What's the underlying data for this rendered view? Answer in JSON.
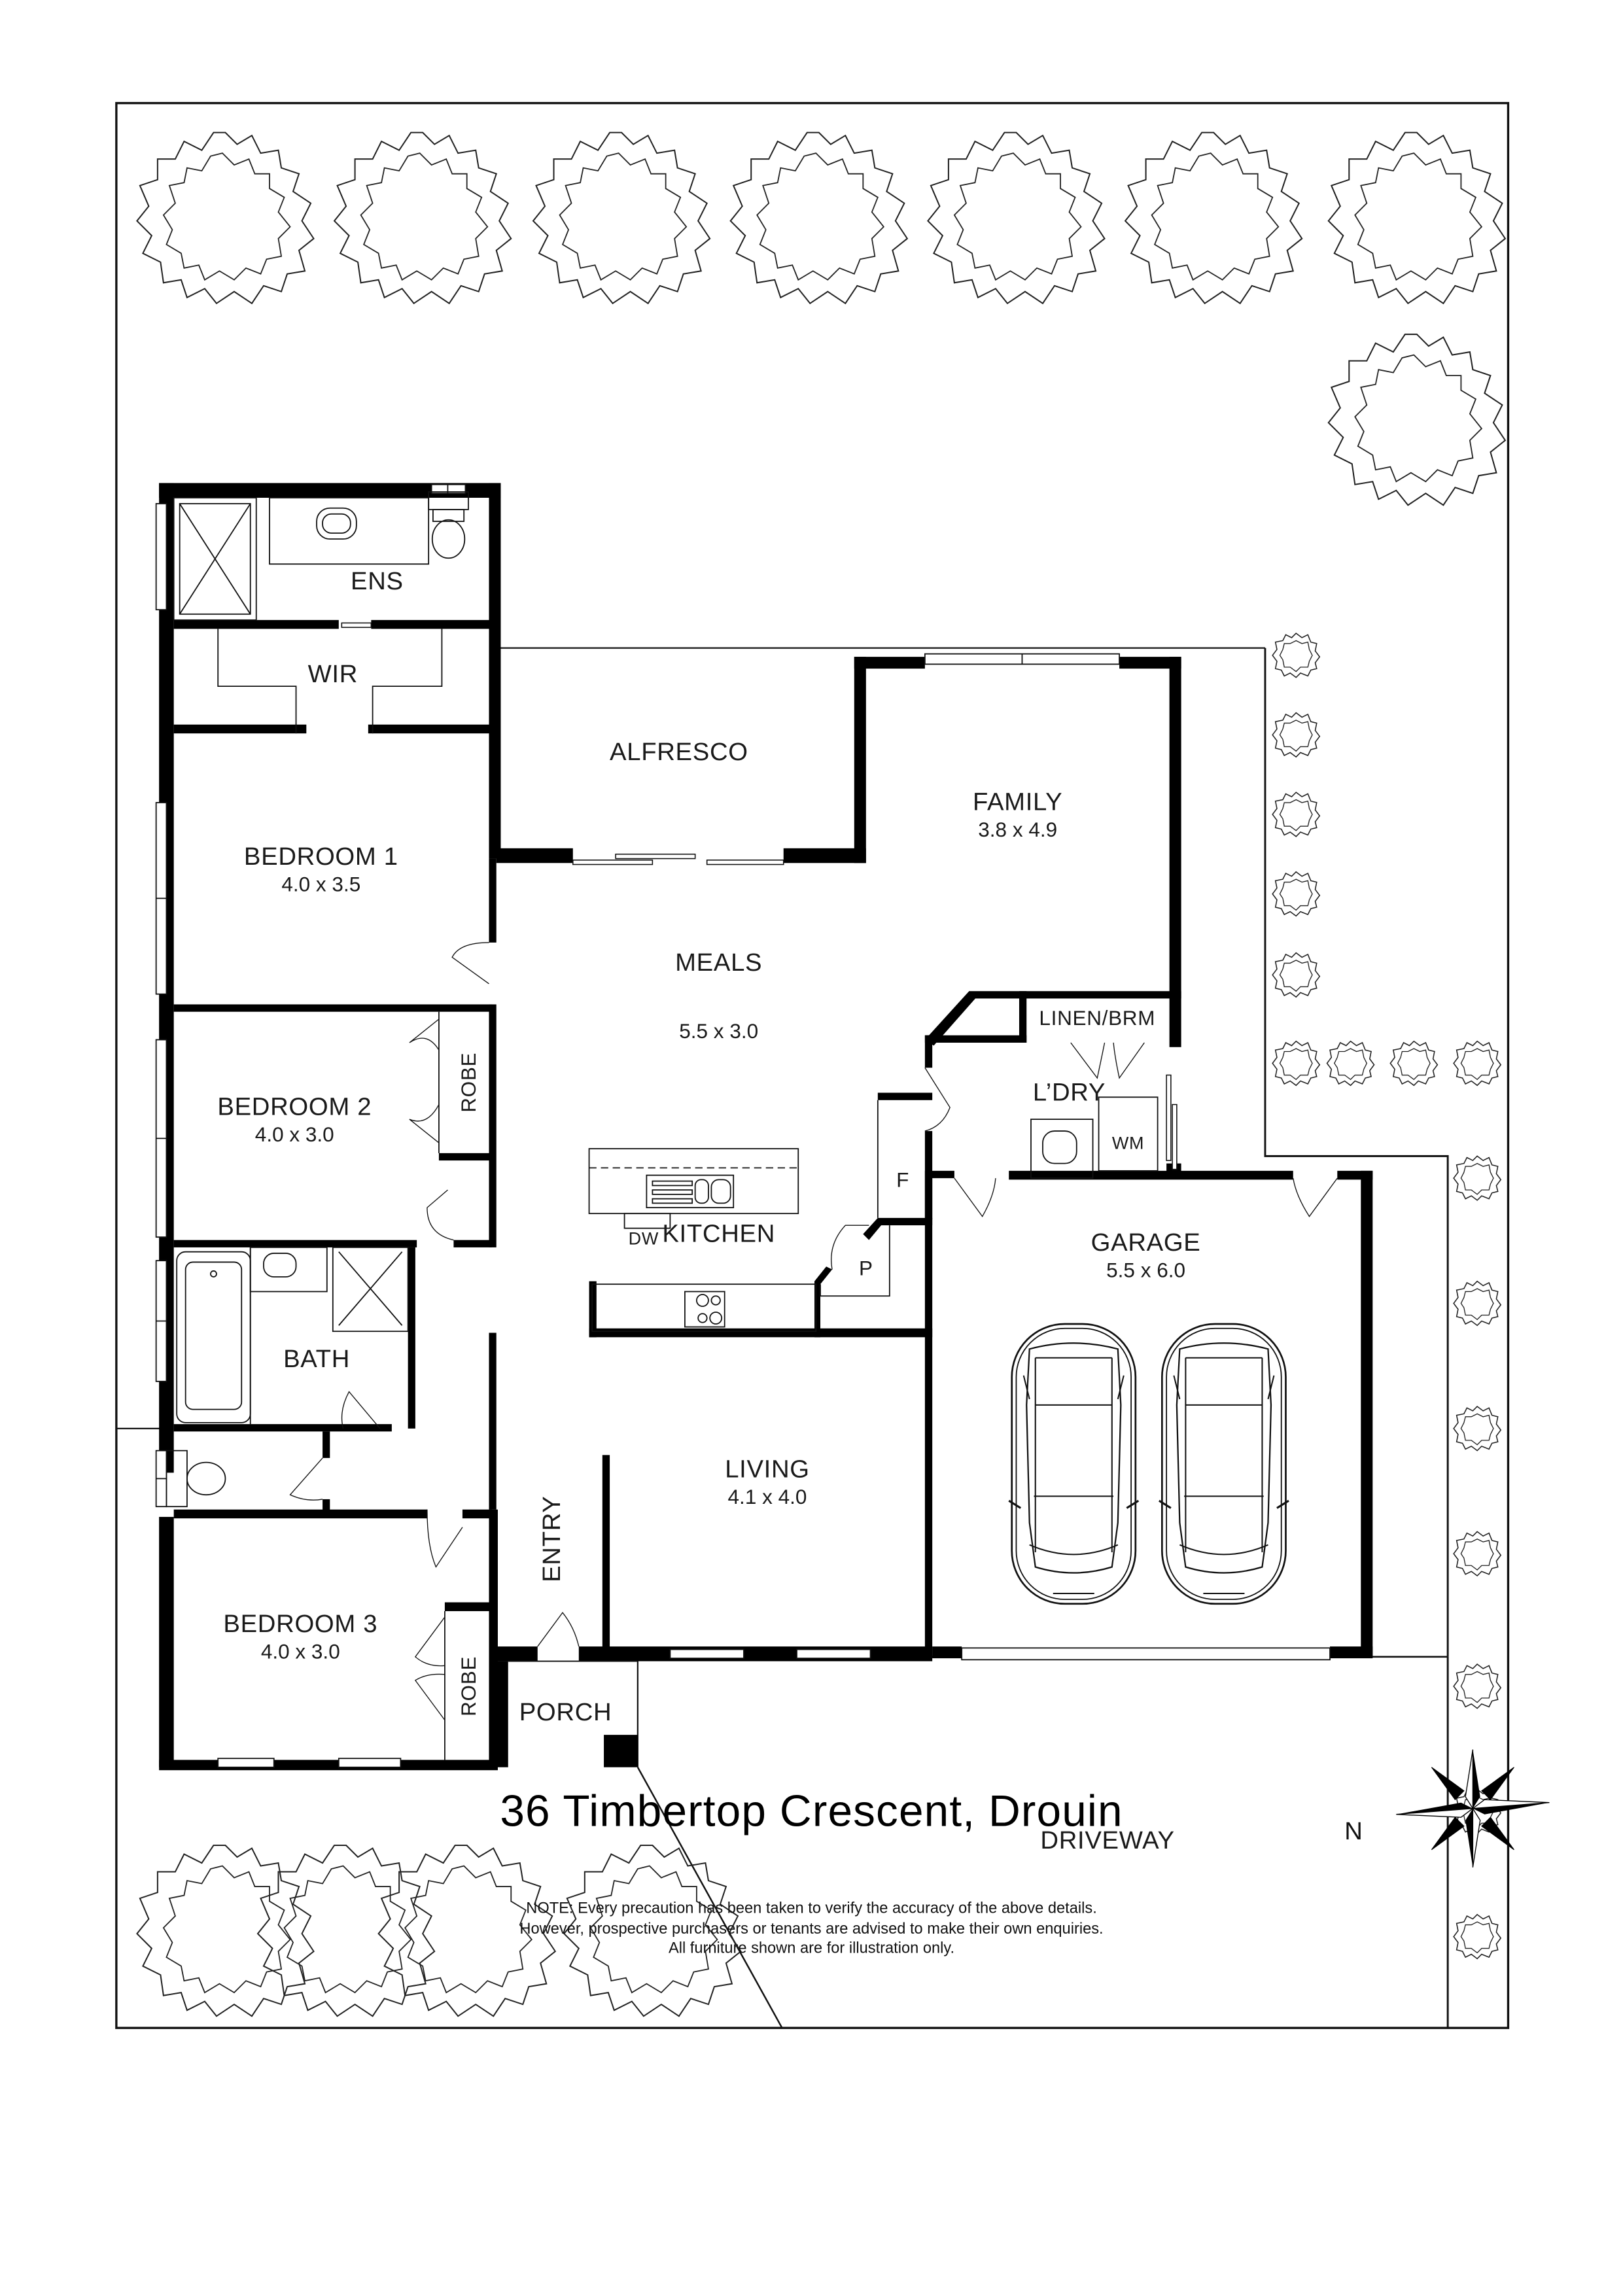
{
  "title": "36 Timbertop Crescent, Drouin",
  "note_lines": [
    "NOTE: Every precaution has been taken to verify the accuracy of the above details.",
    "However, prospective purchasers or tenants are advised to make their own enquiries.",
    "All furniture shown are for illustration only."
  ],
  "compass": {
    "label": "N",
    "icon": "compass-rose-icon"
  },
  "rooms": {
    "ens": {
      "name": "ENS"
    },
    "wir": {
      "name": "WIR"
    },
    "bedroom1": {
      "name": "BEDROOM 1",
      "dim": "4.0 x 3.5"
    },
    "bedroom2": {
      "name": "BEDROOM 2",
      "dim": "4.0 x 3.0"
    },
    "robe2": {
      "name": "ROBE"
    },
    "bath": {
      "name": "BATH"
    },
    "bedroom3": {
      "name": "BEDROOM 3",
      "dim": "4.0 x 3.0"
    },
    "robe3": {
      "name": "ROBE"
    },
    "entry": {
      "name": "ENTRY"
    },
    "porch": {
      "name": "PORCH"
    },
    "alfresco": {
      "name": "ALFRESCO"
    },
    "family": {
      "name": "FAMILY",
      "dim": "3.8 x 4.9"
    },
    "meals": {
      "name": "MEALS",
      "dim": "5.5 x 3.0"
    },
    "kitchen": {
      "name": "KITCHEN"
    },
    "dw": {
      "name": "DW"
    },
    "fridge": {
      "name": "F"
    },
    "pantry": {
      "name": "P"
    },
    "linen": {
      "name": "LINEN/BRM"
    },
    "laundry": {
      "name": "L’DRY"
    },
    "wm": {
      "name": "WM"
    },
    "garage": {
      "name": "GARAGE",
      "dim": "5.5 x 6.0"
    },
    "living": {
      "name": "LIVING",
      "dim": "4.1 x 4.0"
    },
    "driveway": {
      "name": "DRIVEWAY"
    }
  },
  "colors": {
    "wall": "#000000",
    "line": "#111111",
    "background": "#ffffff"
  }
}
